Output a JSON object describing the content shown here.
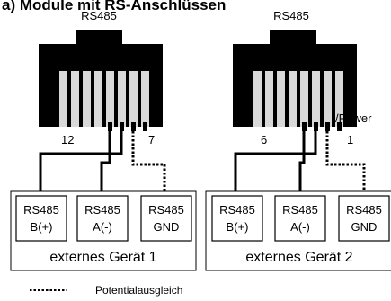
{
  "heading": "a) Module mit RS-Anschlüssen",
  "connectors": [
    {
      "label": "RS485",
      "pins": {
        "left": "12",
        "right": "7"
      },
      "power_label": "",
      "device": {
        "name": "externes Gerät 1",
        "terminals": [
          {
            "line1": "RS485",
            "line2": "B(+)"
          },
          {
            "line1": "RS485",
            "line2": "A(-)"
          },
          {
            "line1": "RS485",
            "line2": "GND"
          }
        ]
      }
    },
    {
      "label": "RS485",
      "pins": {
        "left": "6",
        "right": "1"
      },
      "power_label": "/Power",
      "device": {
        "name": "externes Gerät 2",
        "terminals": [
          {
            "line1": "RS485",
            "line2": "B(+)"
          },
          {
            "line1": "RS485",
            "line2": "A(-)"
          },
          {
            "line1": "RS485",
            "line2": "GND"
          }
        ]
      }
    }
  ],
  "legend": {
    "symbol": "··········",
    "text": "Potentialausgleich"
  }
}
